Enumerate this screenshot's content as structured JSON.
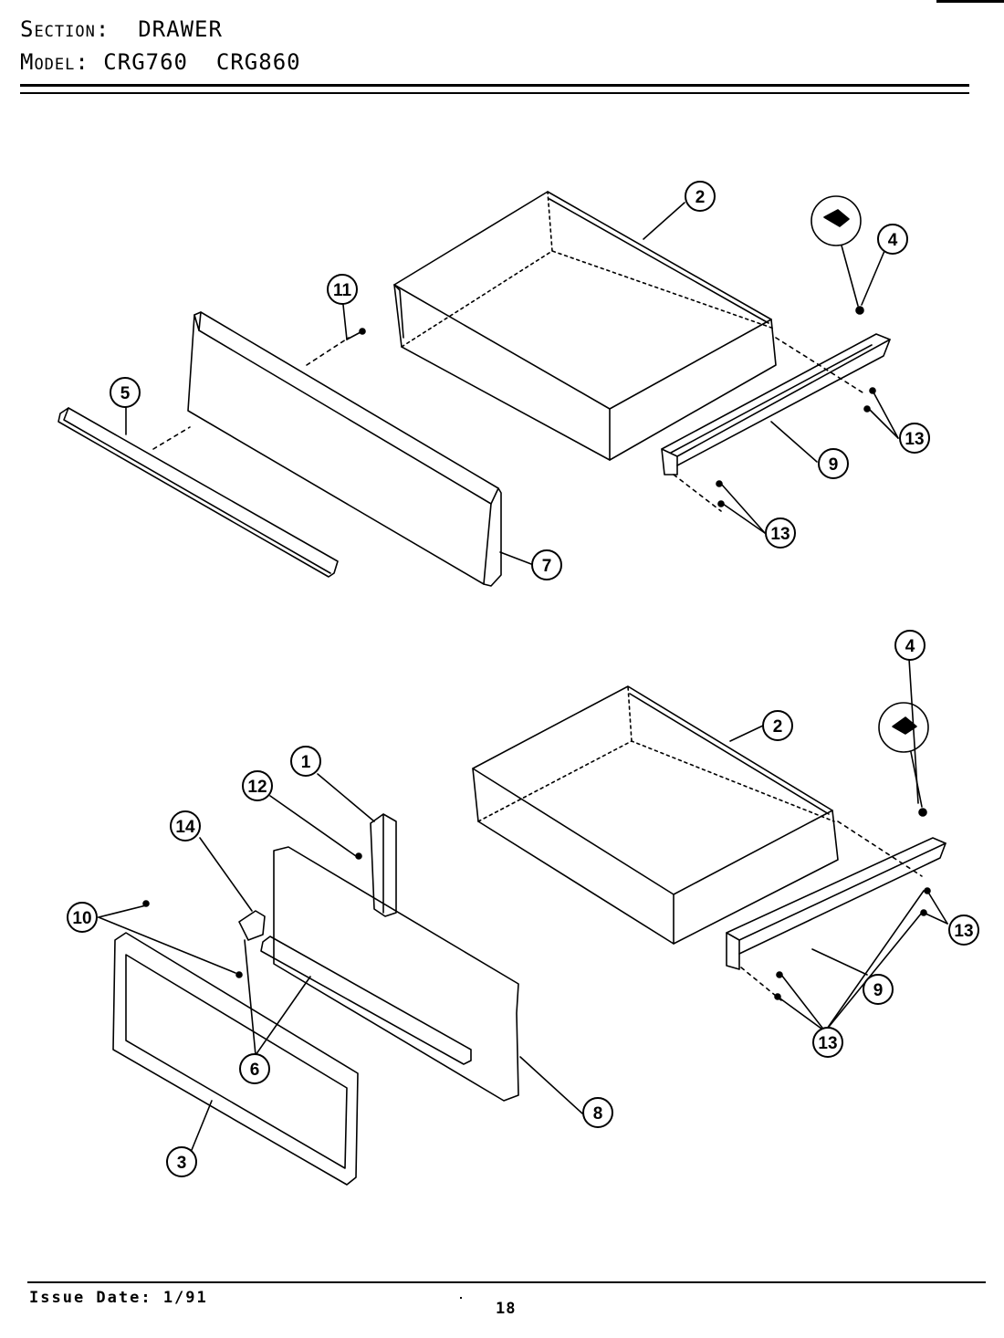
{
  "header": {
    "section_label": "Section:",
    "section_value": "DRAWER",
    "model_label": "Model:",
    "model_values": "CRG760  CRG860"
  },
  "callouts": {
    "c2_top": "2",
    "c4_top": "4",
    "c11": "11",
    "c5": "5",
    "c7": "7",
    "c9_top": "9",
    "c13_top_a": "13",
    "c13_top_b": "13",
    "c4_bot": "4",
    "c2_bot": "2",
    "c1": "1",
    "c12": "12",
    "c14": "14",
    "c10": "10",
    "c6": "6",
    "c3": "3",
    "c8": "8",
    "c9_bot": "9",
    "c13_bot_a": "13",
    "c13_bot_b": "13"
  },
  "footer": {
    "issue_date": "Issue Date: 1/91",
    "page_number": "18"
  }
}
